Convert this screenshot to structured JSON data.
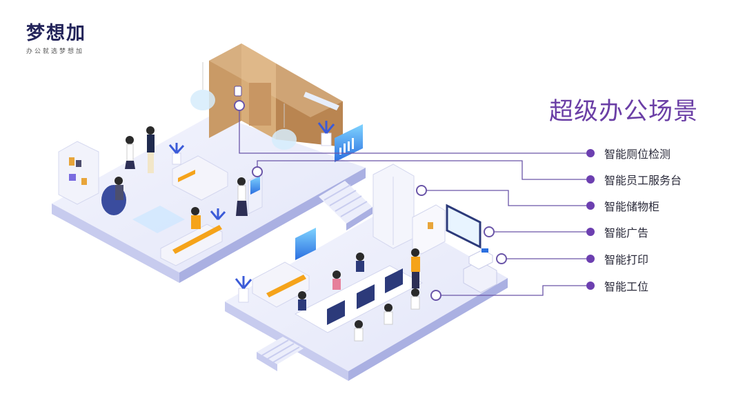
{
  "logo": {
    "name": "梦想加",
    "tagline": "办公就选梦想加"
  },
  "title": "超级办公场景",
  "features": [
    {
      "label": "智能厕位检测"
    },
    {
      "label": "智能员工服务台"
    },
    {
      "label": "智能储物柜"
    },
    {
      "label": "智能广告"
    },
    {
      "label": "智能打印"
    },
    {
      "label": "智能工位"
    }
  ],
  "colors": {
    "accent": "#6c3fb0",
    "line": "#6a55a8",
    "floor": "#e9ebfa",
    "wall": "#d9ddf5",
    "title": "#6b3fa6"
  }
}
